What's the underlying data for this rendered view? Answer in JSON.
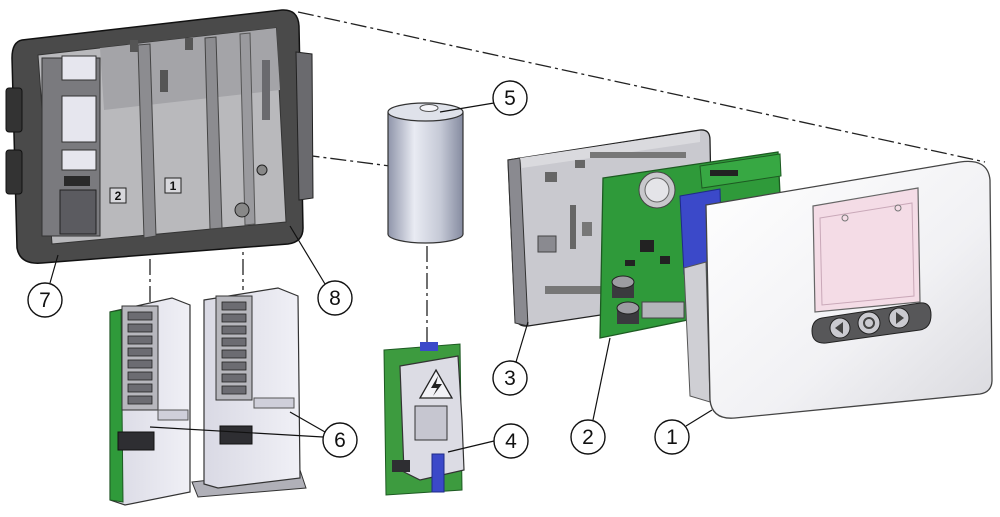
{
  "callouts": [
    {
      "label": "1"
    },
    {
      "label": "2"
    },
    {
      "label": "3"
    },
    {
      "label": "4"
    },
    {
      "label": "5"
    },
    {
      "label": "6"
    },
    {
      "label": "7"
    },
    {
      "label": "8"
    }
  ],
  "housing_labels": {
    "slot_1": "1",
    "slot_2": "2"
  },
  "icons": {
    "module_warning": "high-voltage-warning-icon",
    "button_left": "arrow-left-icon",
    "button_center": "circle-icon",
    "button_right": "arrow-right-icon"
  },
  "colors": {
    "pcb_green": "#2f9a3a",
    "connector_blue": "#3b49c9",
    "display_pink": "#f4dce6",
    "housing_dark": "#4a4a4a"
  }
}
